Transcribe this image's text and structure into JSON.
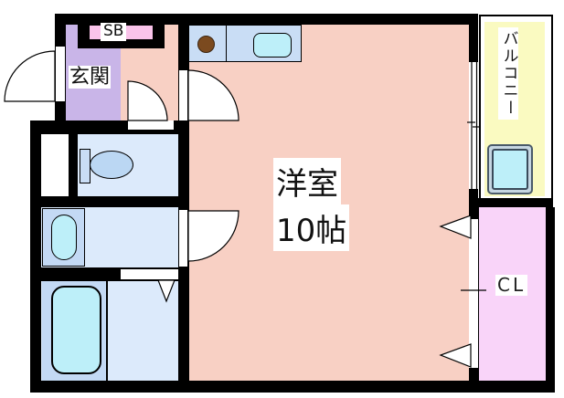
{
  "rooms": {
    "entrance": {
      "label": "玄関"
    },
    "shoe_box": {
      "label": "SB"
    },
    "main_room": {
      "name": "洋室",
      "size": "10帖"
    },
    "balcony": {
      "label": "バルコニー"
    },
    "closet": {
      "label": "CL"
    }
  },
  "fixtures": {
    "kitchen": [
      "stove-burner-icon",
      "kitchen-sink-icon"
    ],
    "toilet_room": [
      "toilet-icon"
    ],
    "washroom": [
      "washbasin-icon"
    ],
    "bathroom": [
      "bathtub-icon"
    ],
    "balcony": [
      "washing-machine-pan-icon"
    ]
  },
  "colors": {
    "wall": "#000000",
    "main_room": "#F8D0C4",
    "entrance": "#C9B5E8",
    "shoe_box": "#F9C3EA",
    "wet_floor": "#DCEAFB",
    "counter_blue": "#C9DDF5",
    "fixture_cyan": "#BDEFF9",
    "toilet_bowl": "#BBD7F3",
    "surround_blue": "#C3D9F4",
    "burner_brown": "#7B4A1F",
    "balcony_yellow": "#FAFAC1",
    "closet_pink": "#F9D4F9",
    "pan_gray": "#C6D6E2"
  }
}
